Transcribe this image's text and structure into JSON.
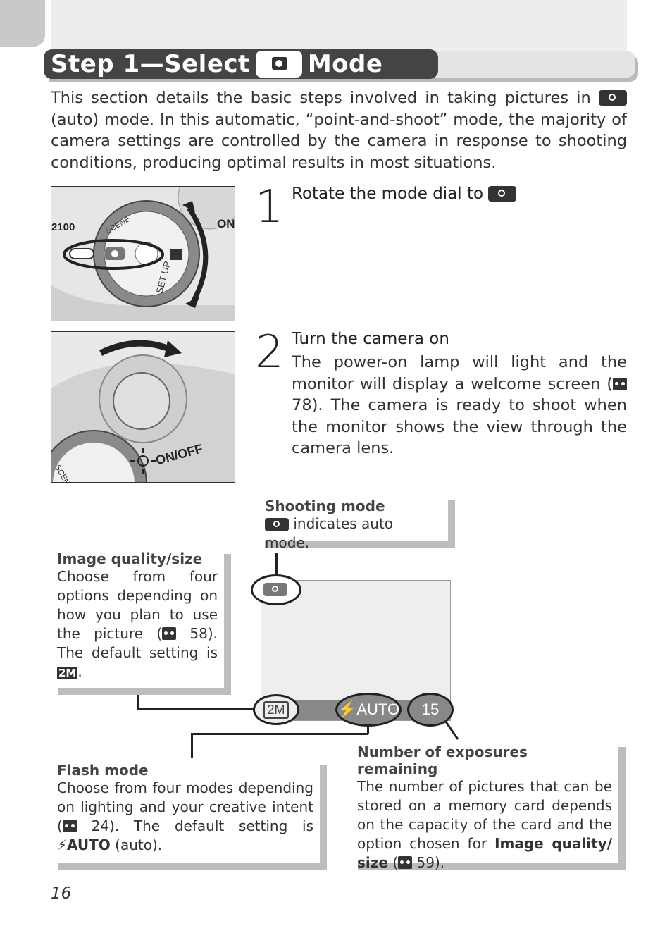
{
  "title": {
    "prefix": "Step 1—Select",
    "suffix": "Mode",
    "icon": "camera-icon"
  },
  "intro": {
    "part1": "This section details the basic steps involved in taking pictures in",
    "part2": "(auto) mode.  In this automatic, “point-and-shoot” mode, the majority of camera settings are controlled by the camera in response to shooting conditions, producing optimal results in most situations."
  },
  "steps": [
    {
      "number": "1",
      "heading": "Rotate the mode dial to",
      "photo_labels": {
        "model": "2100",
        "on": "ON",
        "setup": "SET UP",
        "scene": "SCENE"
      }
    },
    {
      "number": "2",
      "heading": "Turn the camera on",
      "body1": "The power-on lamp will light and the monitor will display a welcome screen (",
      "ref": "78",
      "body2": ").  The camera is ready to shoot when the monitor shows the view through the camera lens.",
      "photo_labels": {
        "onoff": "ON/OFF",
        "scene": "SCENE"
      }
    }
  ],
  "callouts": {
    "shooting_mode": {
      "title": "Shooting mode",
      "text": "indicates auto mode."
    },
    "image_quality": {
      "title": "Image quality/size",
      "text1": "Choose from four options depending on how you plan to use the picture (",
      "ref": "58",
      "text2": ").  The default setting is",
      "value": "2M",
      "end": "."
    },
    "flash_mode": {
      "title": "Flash mode",
      "text1": "Choose from four modes depending on lighting and your creative intent (",
      "ref": "24",
      "text2": ").  The default setting is",
      "value": "⚡AUTO",
      "text3": "(auto)."
    },
    "exposures": {
      "title": "Number of exposures remaining",
      "text1": "The number of pictures that can be stored on a memory card depends on the capacity of the card and the option chosen for",
      "bold": "Image quality/ size",
      "text2": "(",
      "ref": "59",
      "text3": ")."
    }
  },
  "monitor": {
    "quality": "2M",
    "flash": "⚡AUTO",
    "count": "15"
  },
  "page_number": "16"
}
